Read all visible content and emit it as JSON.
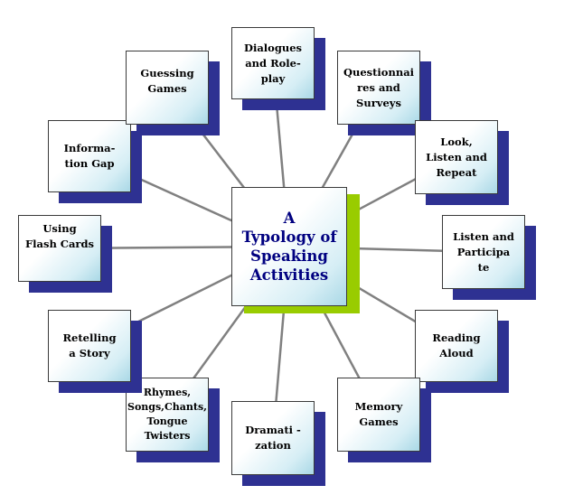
{
  "diagram": {
    "center": {
      "label": "A\nTypology of\nSpeaking\nActivities"
    },
    "activities": [
      {
        "id": "dialogues",
        "label": "Dialogues\nand Role-\nplay"
      },
      {
        "id": "questionnaires",
        "label": "Questionnai\nres and\nSurveys"
      },
      {
        "id": "look-listen",
        "label": "Look,\nListen and\nRepeat"
      },
      {
        "id": "listen-participate",
        "label": "Listen and\nParticipa\nte"
      },
      {
        "id": "reading-aloud",
        "label": "Reading\nAloud"
      },
      {
        "id": "memory-games",
        "label": "Memory\nGames"
      },
      {
        "id": "dramatization",
        "label": "Dramati -\nzation"
      },
      {
        "id": "rhymes",
        "label": "Rhymes,\nSongs,Chants,\nTongue\nTwisters"
      },
      {
        "id": "retelling",
        "label": "Retelling\na Story"
      },
      {
        "id": "flash-cards",
        "label": "Using\nFlash Cards"
      },
      {
        "id": "information-gap",
        "label": "Informa-\ntion  Gap"
      },
      {
        "id": "guessing-games",
        "label": "Guessing\nGames"
      }
    ],
    "colors": {
      "shadow": "#2e3192",
      "center_shadow": "#99cc00",
      "center_text": "#000080",
      "connector": "#808080"
    }
  }
}
